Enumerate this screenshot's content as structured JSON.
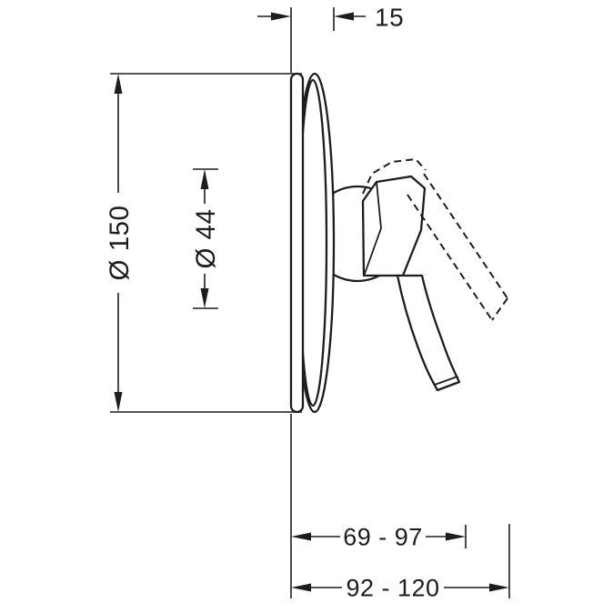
{
  "colors": {
    "ink": "#1d1d1b",
    "background": "#ffffff"
  },
  "drawing": {
    "labels": {
      "depth": "15",
      "plate_diameter": "Ø 150",
      "hub_diameter": "Ø 44",
      "projection_range_min": "69 - 97",
      "projection_range_max": "92 - 120"
    }
  }
}
